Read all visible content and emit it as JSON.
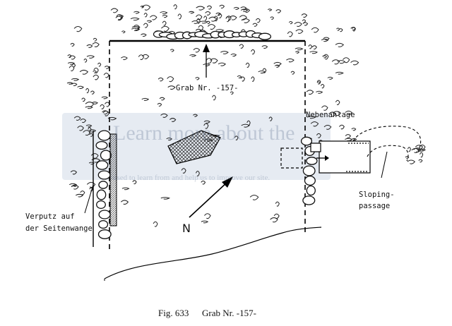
{
  "labels": {
    "grave_label": "Grab Nr. -157-",
    "side_chamber": "Nebenanlage",
    "sloping_line1": "Sloping-",
    "sloping_line2": "passage",
    "plaster_line1": "Verputz auf",
    "plaster_line2": "der Seitenwange",
    "north": "N"
  },
  "caption": {
    "fig_number": "Fig. 633",
    "title": "Grab Nr. -157-"
  },
  "watermark": {
    "text": "Learn more about the",
    "subtext": "used to learn from and help us to improve our site."
  },
  "icons": [
    "north-arrow-icon",
    "entrance-arrow-icon"
  ]
}
